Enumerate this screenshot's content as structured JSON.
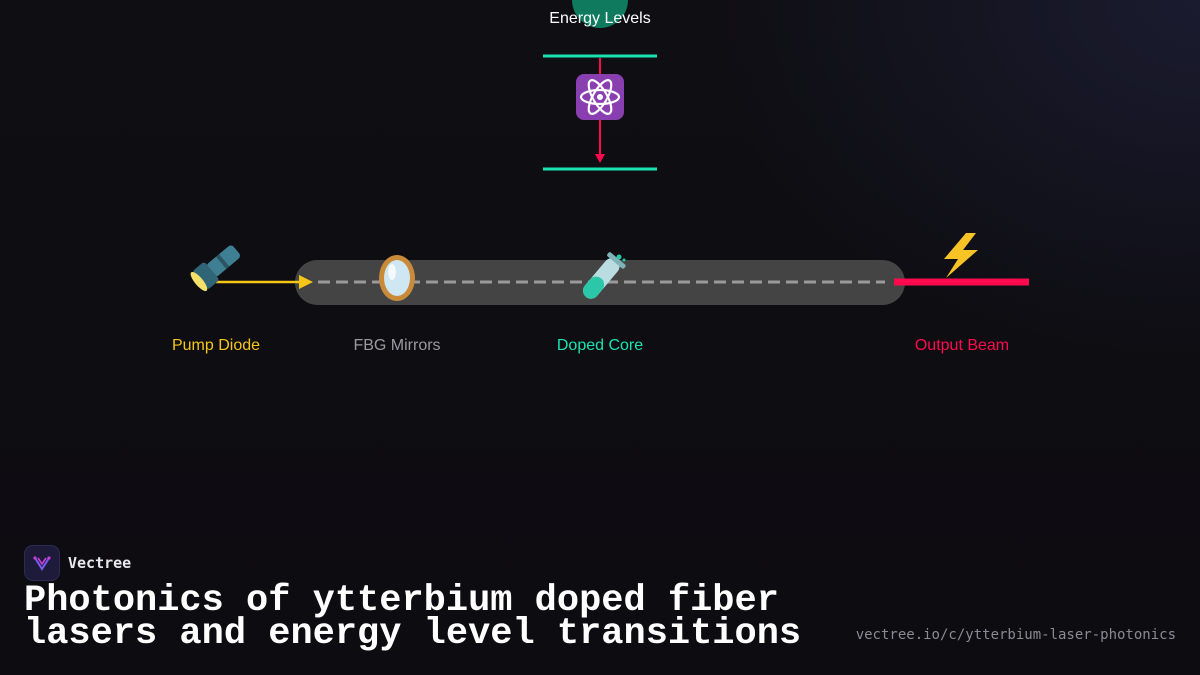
{
  "diagram": {
    "energy_levels_label": "Energy Levels",
    "components": {
      "pump_diode": "Pump Diode",
      "fbg_mirrors": "FBG Mirrors",
      "doped_core": "Doped Core",
      "output_beam": "Output Beam"
    },
    "icons": {
      "pump": "flashlight-icon",
      "mirror": "mirror-icon",
      "core": "test-tube-icon",
      "atom": "atom-icon",
      "output": "lightning-icon"
    },
    "colors": {
      "pump": "#f5c518",
      "mirror": "#9a9aa2",
      "core": "#19e3b1",
      "output": "#ff0a4e",
      "energy_line": "#19e3b1",
      "fiber": "#444444"
    }
  },
  "footer": {
    "brand": "Vectree",
    "title": "Photonics of ytterbium doped fiber lasers and energy level transitions",
    "url": "vectree.io/c/ytterbium-laser-photonics"
  }
}
